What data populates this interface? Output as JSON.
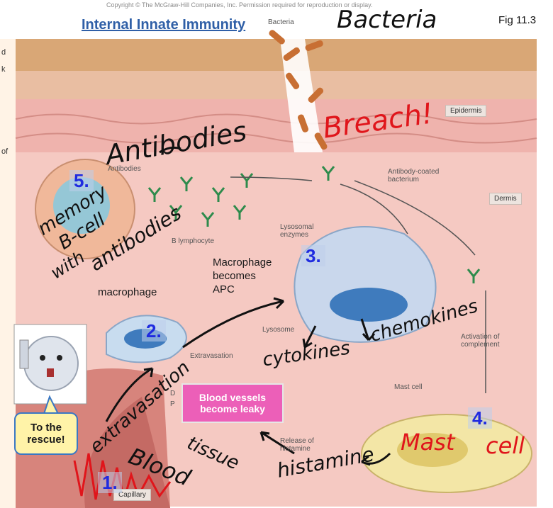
{
  "title": "Internal Innate Immunity",
  "fig_label": "Fig 11.3",
  "copyright": "Copyright © The McGraw-Hill Companies, Inc. Permission required for reproduction or display.",
  "left_edge_fragments": [
    "d",
    "k",
    "of"
  ],
  "printed_labels": {
    "bacteria": "Bacteria",
    "epidermis": "Epidermis",
    "dermis": "Dermis",
    "antibodies": "Antibodies",
    "antibody_coated": "Antibody-coated bacterium",
    "b_lymphocyte": "B lymphocyte",
    "lysosomal_enzymes": "Lysosomal enzymes",
    "lysosome": "Lysosome",
    "extravasation": "Extravasation",
    "activation_complement": "Activation of complement",
    "mast_cell": "Mast cell",
    "release_histamine": "Release of histamine",
    "capillary": "Capillary",
    "dp": "D\nP"
  },
  "typed_labels": {
    "macrophage": "macrophage",
    "macrophage_apc": "Macrophage becomes APC",
    "blood_vessels_leaky": "Blood vessels become leaky",
    "rescue": "To the rescue!"
  },
  "step_numbers": [
    "1.",
    "2.",
    "3.",
    "4.",
    "5."
  ],
  "handwritten": {
    "bacteria": "Bacteria",
    "breach": "Breach!",
    "antibodies": "Antibodies",
    "memory": "memory",
    "b_cell": "B-cell",
    "with": "with",
    "antibodies2": "antibodies",
    "extravasation": "extravasation",
    "cytokines": "cytokines",
    "chemokines": "chemokines",
    "blood": "Blood",
    "tissue": "tissue",
    "histamine": "histamine",
    "mast": "Mast",
    "cell": "cell"
  },
  "colors": {
    "title": "#2f5fa7",
    "step_number": "#1f2be0",
    "leaky_box": "#ec5fb8",
    "handwriting_red": "#e0151b",
    "handwriting_black": "#111111"
  }
}
